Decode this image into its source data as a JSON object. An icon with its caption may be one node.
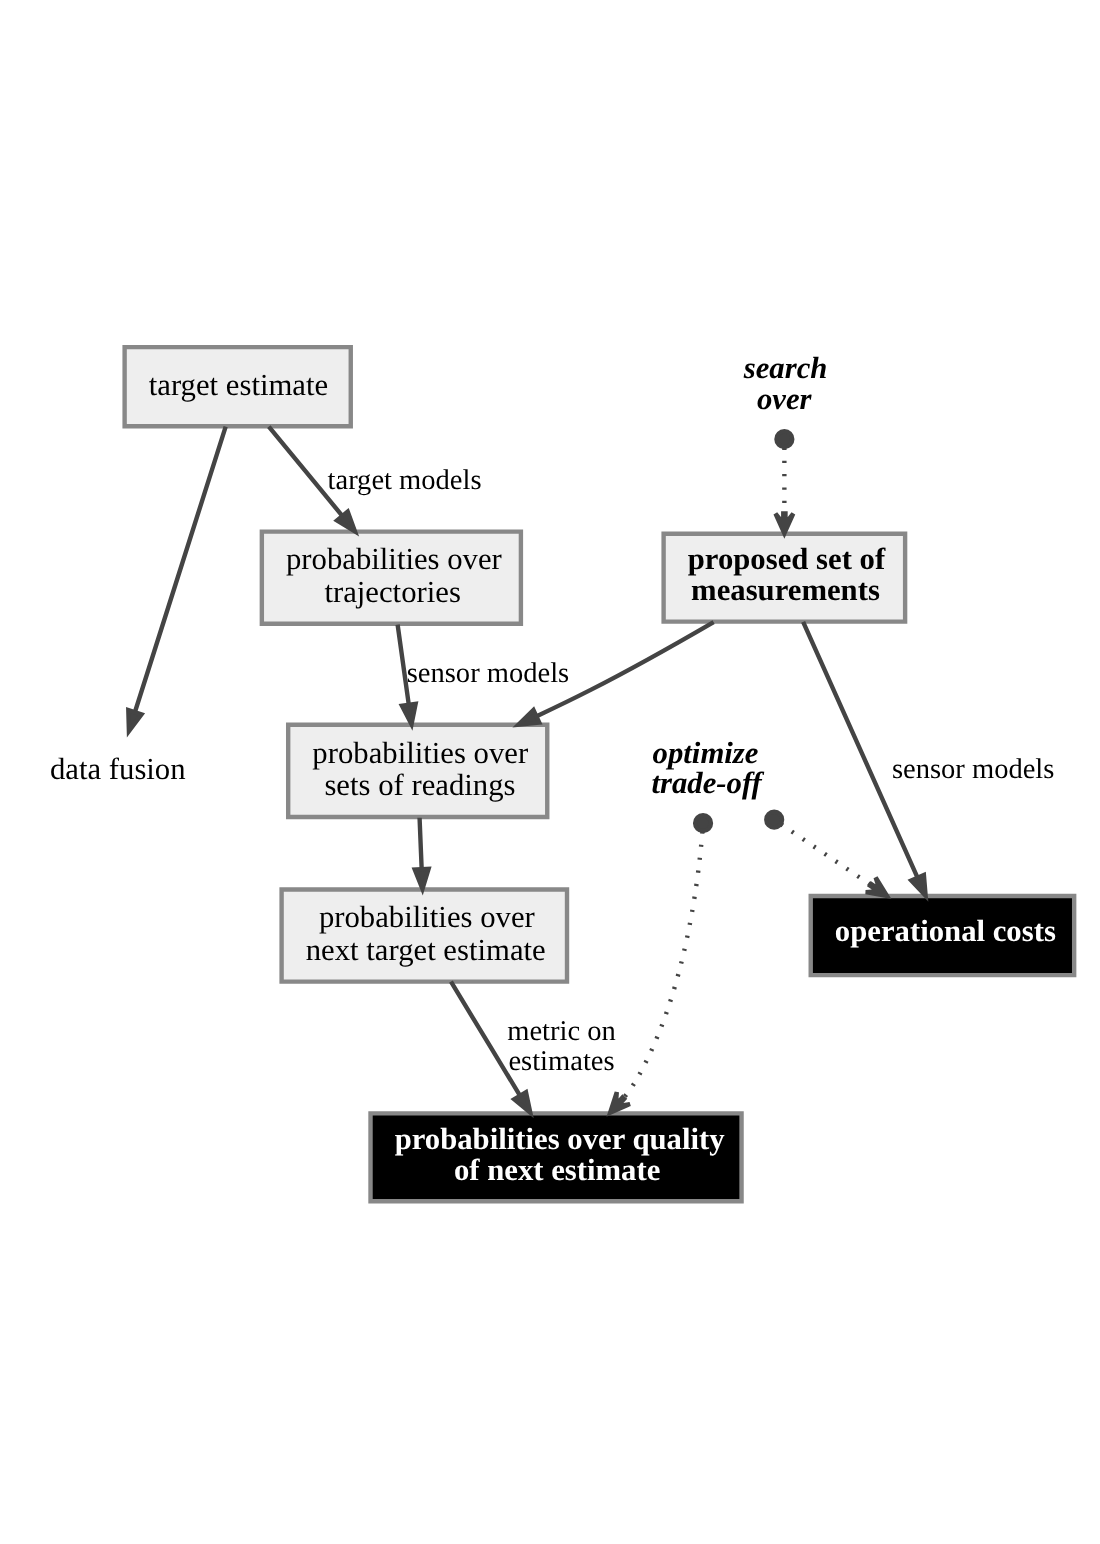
{
  "diagram": {
    "nodes": [
      {
        "text": [
          "target estimate"
        ]
      },
      {
        "text": [
          "search over"
        ]
      },
      {
        "text": [
          "probabilities over trajectories"
        ]
      },
      {
        "text": [
          "proposed set of measurements"
        ]
      },
      {
        "text": [
          "probabilities over sets of readings"
        ]
      },
      {
        "text": [
          "data fusion"
        ]
      },
      {
        "text": [
          "operational costs"
        ]
      },
      {
        "text": [
          "probabilities over next target estimate"
        ]
      },
      {
        "text": [
          "optimize trade-off"
        ]
      },
      {
        "text": [
          "probabilities over quality of next estimate"
        ]
      }
    ],
    "edges": [
      {
        "from": 0,
        "to": 2,
        "arrow": "to",
        "label": "target models"
      },
      {
        "from": 2,
        "to": 4,
        "arrow": "to",
        "label": "sensor models"
      },
      {
        "from": 3,
        "to": 4,
        "arrow": "to"
      },
      {
        "from": 0,
        "to": 5,
        "arrow": "to"
      },
      {
        "from": 3,
        "to": 6,
        "arrow": "to",
        "label": "sensor models"
      },
      {
        "from": 1,
        "to": 3,
        "arrow": "to",
        "style": "dashed"
      },
      {
        "from": 4,
        "to": 7,
        "arrow": "to"
      },
      {
        "from": 7,
        "to": 9,
        "arrow": "to",
        "label": "metric on estimates"
      },
      {
        "from": 8,
        "to": 6,
        "arrow": "to",
        "style": "dashed"
      },
      {
        "from": 8,
        "to": 9,
        "arrow": "to",
        "style": "dashed"
      }
    ]
  }
}
